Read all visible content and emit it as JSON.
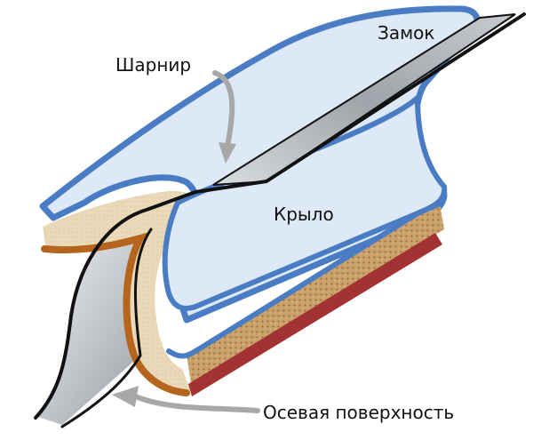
{
  "labels": {
    "lock": "Замок",
    "hinge": "Шарнир",
    "wing": "Крыло",
    "axial_surface": "Осевая поверхность"
  },
  "colors": {
    "outline_blue": "#4a7cc4",
    "fill_light_blue": "#dde9f7",
    "sand": "#e8d6b3",
    "orange_brown": "#b5651d",
    "cork": "#c9a06a",
    "dark_red": "#a33232",
    "gray_plane": "#bfc3c8",
    "arrow_gray": "#a8a8a8",
    "black_line": "#111111"
  }
}
